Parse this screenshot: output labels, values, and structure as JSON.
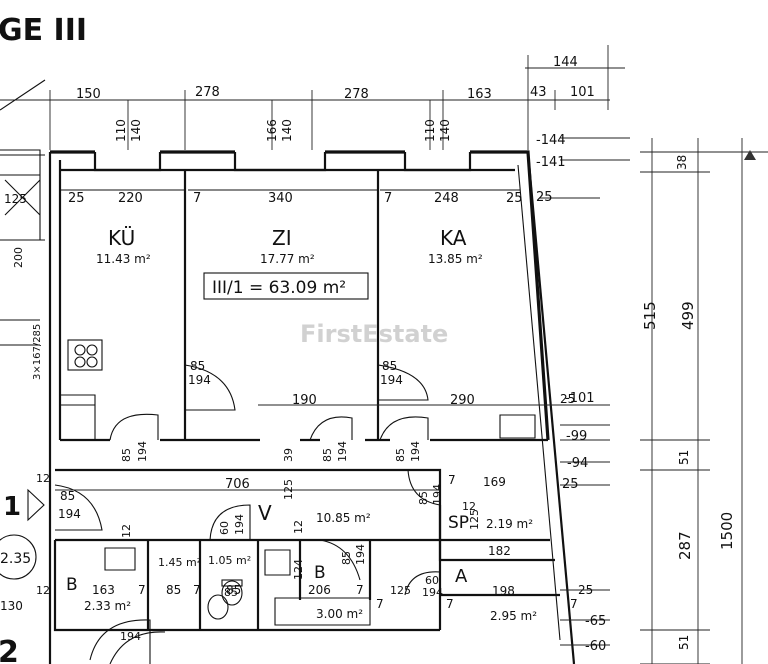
{
  "floor_label": "GE III",
  "corner_label": "2",
  "watermark": "FirstEstate",
  "unit_label": "III/1 = 63.09 m²",
  "rooms": [
    {
      "id": "ku",
      "code": "KÜ",
      "area": "11.43 m²"
    },
    {
      "id": "zi",
      "code": "ZI",
      "area": "17.77 m²"
    },
    {
      "id": "ka",
      "code": "KA",
      "area": "13.85 m²"
    },
    {
      "id": "v",
      "code": "V",
      "area": "10.85 m²"
    },
    {
      "id": "sp",
      "code": "SP",
      "area": "2.19 m²"
    },
    {
      "id": "a",
      "code": "A",
      "area": "2.95 m²"
    },
    {
      "id": "b1",
      "code": "B",
      "area": "2.33 m²"
    },
    {
      "id": "b2",
      "code": "B",
      "area": "3.00 m²"
    },
    {
      "id": "small1",
      "code": "",
      "area": "1.45 m²"
    },
    {
      "id": "small2",
      "code": "",
      "area": "1.05 m²"
    },
    {
      "id": "left",
      "code": "",
      "area": "2.35"
    }
  ],
  "top_dims": [
    "150",
    "278",
    "278",
    "163",
    "43",
    "101",
    "144"
  ],
  "window_dims": [
    "110",
    "140",
    "166",
    "140",
    "110",
    "140"
  ],
  "room_widths": [
    "25",
    "220",
    "7",
    "340",
    "7",
    "248",
    "25"
  ],
  "right_levels": [
    "-144",
    "-141",
    "-101",
    "-99",
    "-94",
    "25",
    "25",
    "25",
    "-65",
    "-60"
  ],
  "vertical_dims": [
    "38",
    "515",
    "499",
    "51",
    "287",
    "1500",
    "51"
  ],
  "door_dims": [
    "85",
    "194",
    "85",
    "194",
    "85",
    "194",
    "85",
    "194",
    "85",
    "194",
    "85",
    "194",
    "60",
    "194",
    "60",
    "194",
    "85",
    "194",
    "85",
    "194",
    "85",
    "194"
  ],
  "misc_dims": [
    "190",
    "290",
    "706",
    "169",
    "182",
    "198",
    "163",
    "85",
    "85",
    "206",
    "125",
    "125",
    "125",
    "124",
    "12",
    "12",
    "12",
    "12",
    "7",
    "7",
    "7",
    "7",
    "7",
    "7",
    "39",
    "130",
    "3×167/285",
    "200",
    "125",
    "12",
    "25",
    "7"
  ]
}
